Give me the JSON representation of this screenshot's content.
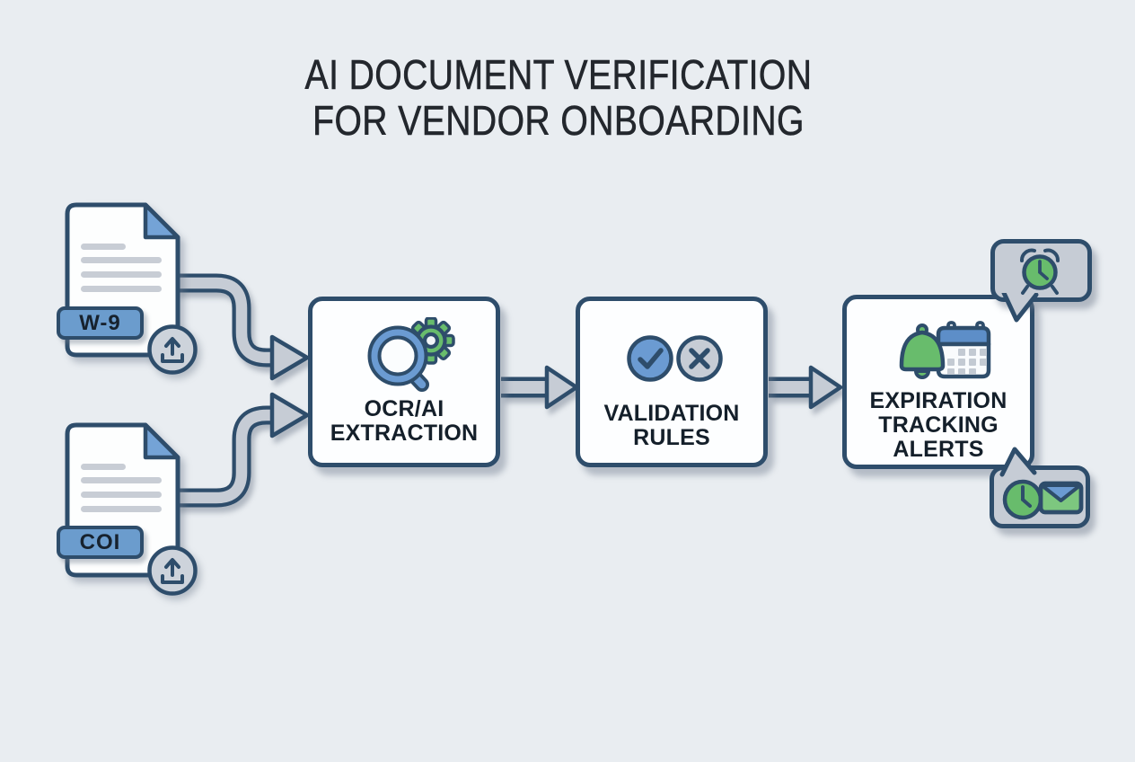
{
  "title": {
    "text": "AI DOCUMENT VERIFICATION\nFOR VENDOR ONBOARDING"
  },
  "inputs": [
    {
      "badge": "W-9",
      "type": "document",
      "icons": [
        "document-icon",
        "upload-icon"
      ]
    },
    {
      "badge": "COI",
      "type": "document",
      "icons": [
        "document-icon",
        "upload-icon"
      ]
    }
  ],
  "steps": [
    {
      "label": "OCR/AI\nEXTRACTION",
      "icons": [
        "magnifier-icon",
        "gear-icon"
      ]
    },
    {
      "label": "VALIDATION\nRULES",
      "icons": [
        "check-circle-icon",
        "x-circle-icon"
      ]
    },
    {
      "label": "EXPIRATION\nTRACKING\nALERTS",
      "icons": [
        "bell-icon",
        "calendar-icon"
      ]
    }
  ],
  "callouts": [
    {
      "position": "top-right",
      "icons": [
        "alarm-clock-icon"
      ]
    },
    {
      "position": "bottom-right",
      "icons": [
        "clock-icon",
        "envelope-icon"
      ]
    }
  ],
  "colors": {
    "background": "#e9edf1",
    "outline": "#2e4d6b",
    "blue": "#6b9bd2",
    "gray": "#c6ccd5",
    "green": "#68bc6c",
    "calendar_blue": "#5d8ec8",
    "text": "#1a242f"
  }
}
